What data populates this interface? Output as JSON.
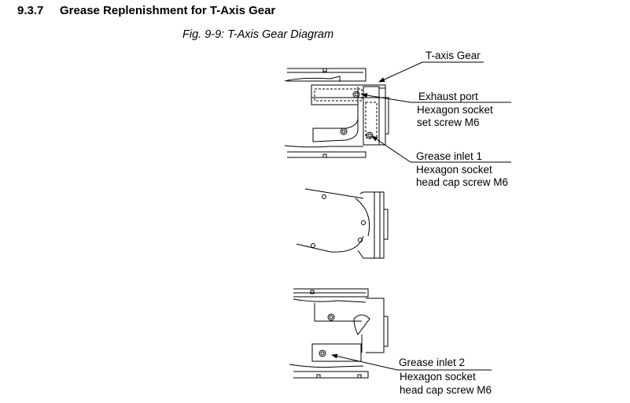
{
  "section": {
    "number": "9.3.7",
    "title": "Grease Replenishment for T-Axis Gear"
  },
  "figure": {
    "caption": "Fig. 9-9: T-Axis Gear Diagram",
    "callouts": {
      "t_axis_gear": {
        "line1": "T-axis Gear"
      },
      "exhaust_port": {
        "line1": "Exhaust port",
        "line2": "Hexagon socket",
        "line3": "set screw M6"
      },
      "grease_inlet_1": {
        "line1": "Grease inlet 1",
        "line2": "Hexagon socket",
        "line3": "head cap screw M6"
      },
      "grease_inlet_2": {
        "line1": "Grease inlet 2",
        "line2": "Hexagon socket",
        "line3": "head cap screw M6"
      }
    }
  }
}
